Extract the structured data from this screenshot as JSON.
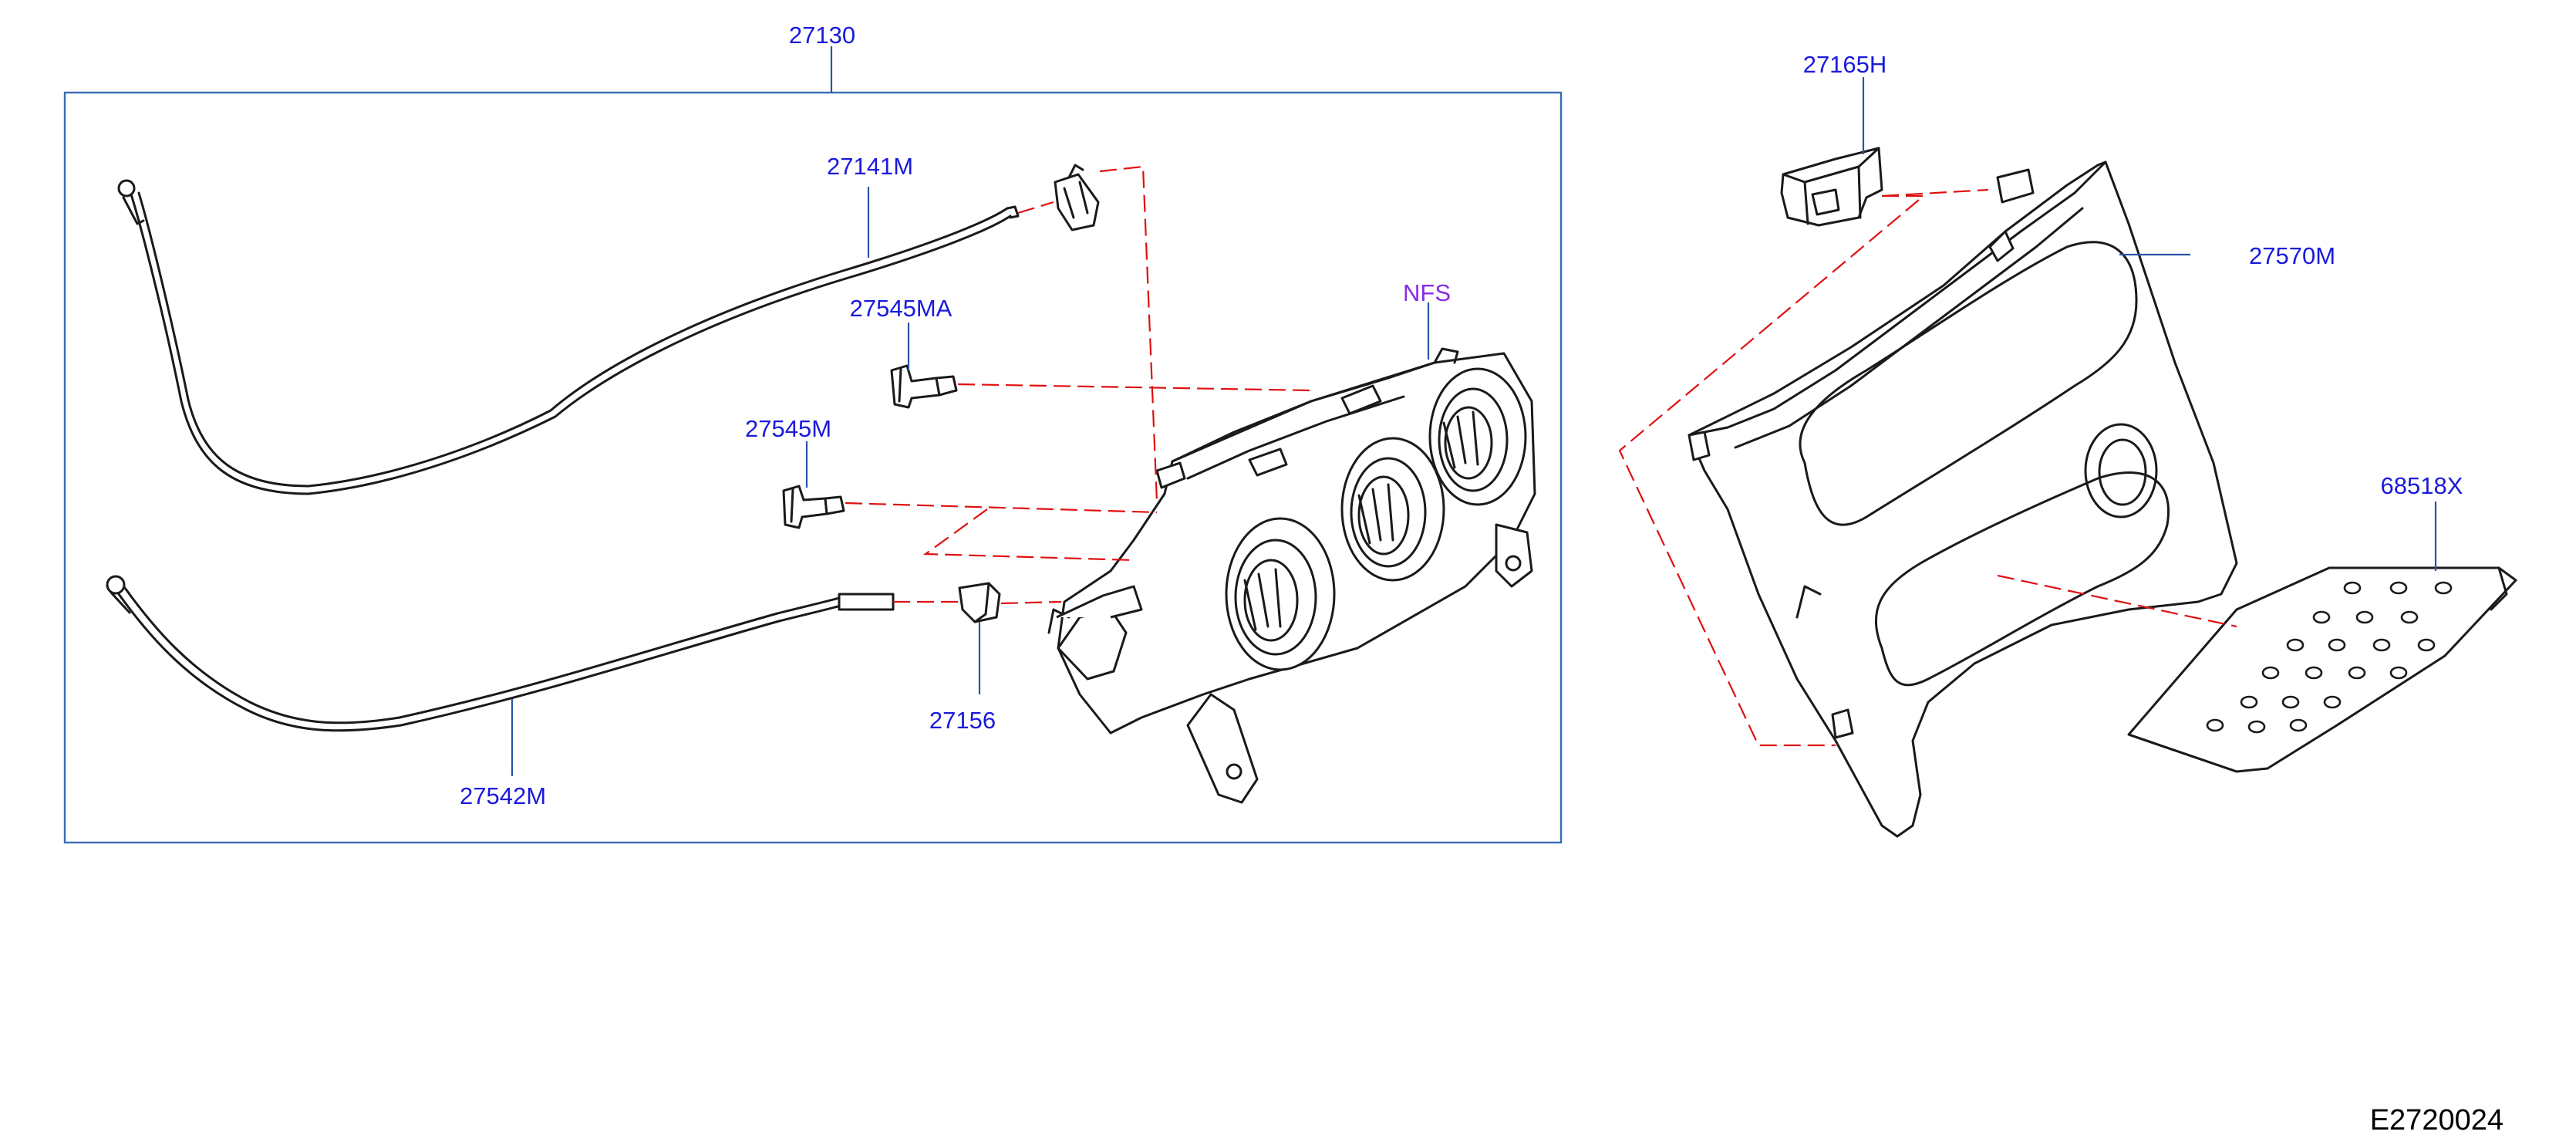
{
  "colors": {
    "label": "#1a1adc",
    "nfs_label": "#8a2be2",
    "leader": "#2a55a8",
    "box": "#3a6bb5",
    "dashed": "#e01010",
    "ink": "#1a1a1a"
  },
  "labels": {
    "assembly": "27130",
    "cable_upper": "27141M",
    "sensor_ma": "27545MA",
    "nfs": "NFS",
    "sensor_m": "27545M",
    "clip": "27156",
    "cable_lower": "27542M",
    "bracket": "27165H",
    "finisher": "27570M",
    "lid": "68518X"
  },
  "diagram_code": "E2720024"
}
